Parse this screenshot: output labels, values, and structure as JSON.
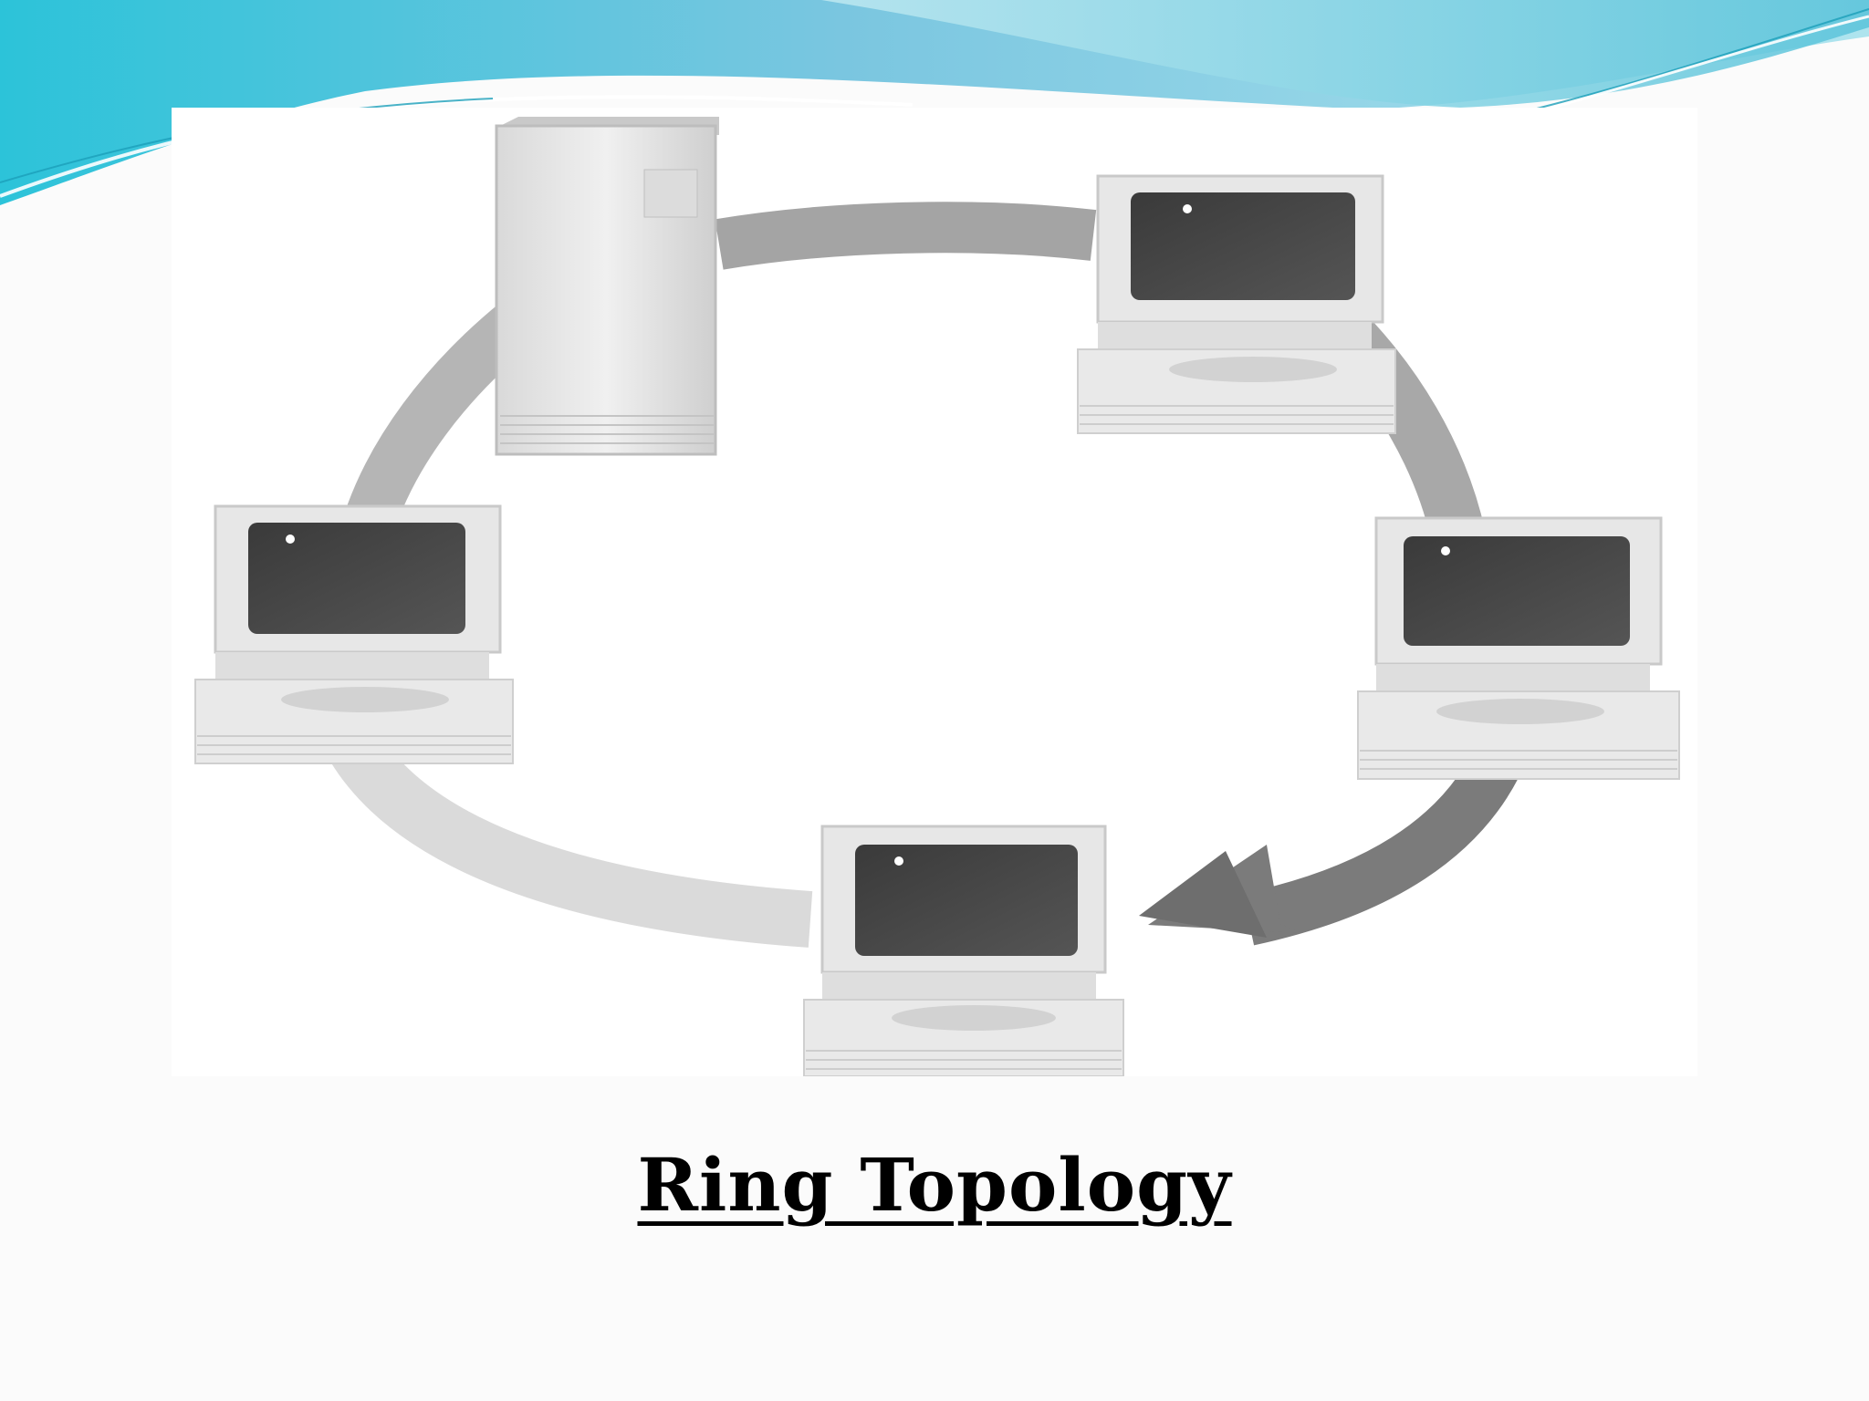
{
  "slide": {
    "caption": "Ring Topology",
    "theme_colors": {
      "wave_light": "#bfe9f1",
      "wave_mid": "#7fd0e2",
      "wave_dark": "#39b9d2",
      "ring_band": "#a9a9a9",
      "arrow": "#7b7b7b",
      "screen": "#454545",
      "case": "#e6e6e6"
    }
  },
  "diagram": {
    "nodes": [
      {
        "kind": "server-tower",
        "name": "server-tower"
      },
      {
        "kind": "workstation",
        "name": "workstation-top-right"
      },
      {
        "kind": "workstation",
        "name": "workstation-right"
      },
      {
        "kind": "workstation",
        "name": "workstation-bottom"
      },
      {
        "kind": "workstation",
        "name": "workstation-left"
      }
    ],
    "flow_direction": "clockwise"
  }
}
